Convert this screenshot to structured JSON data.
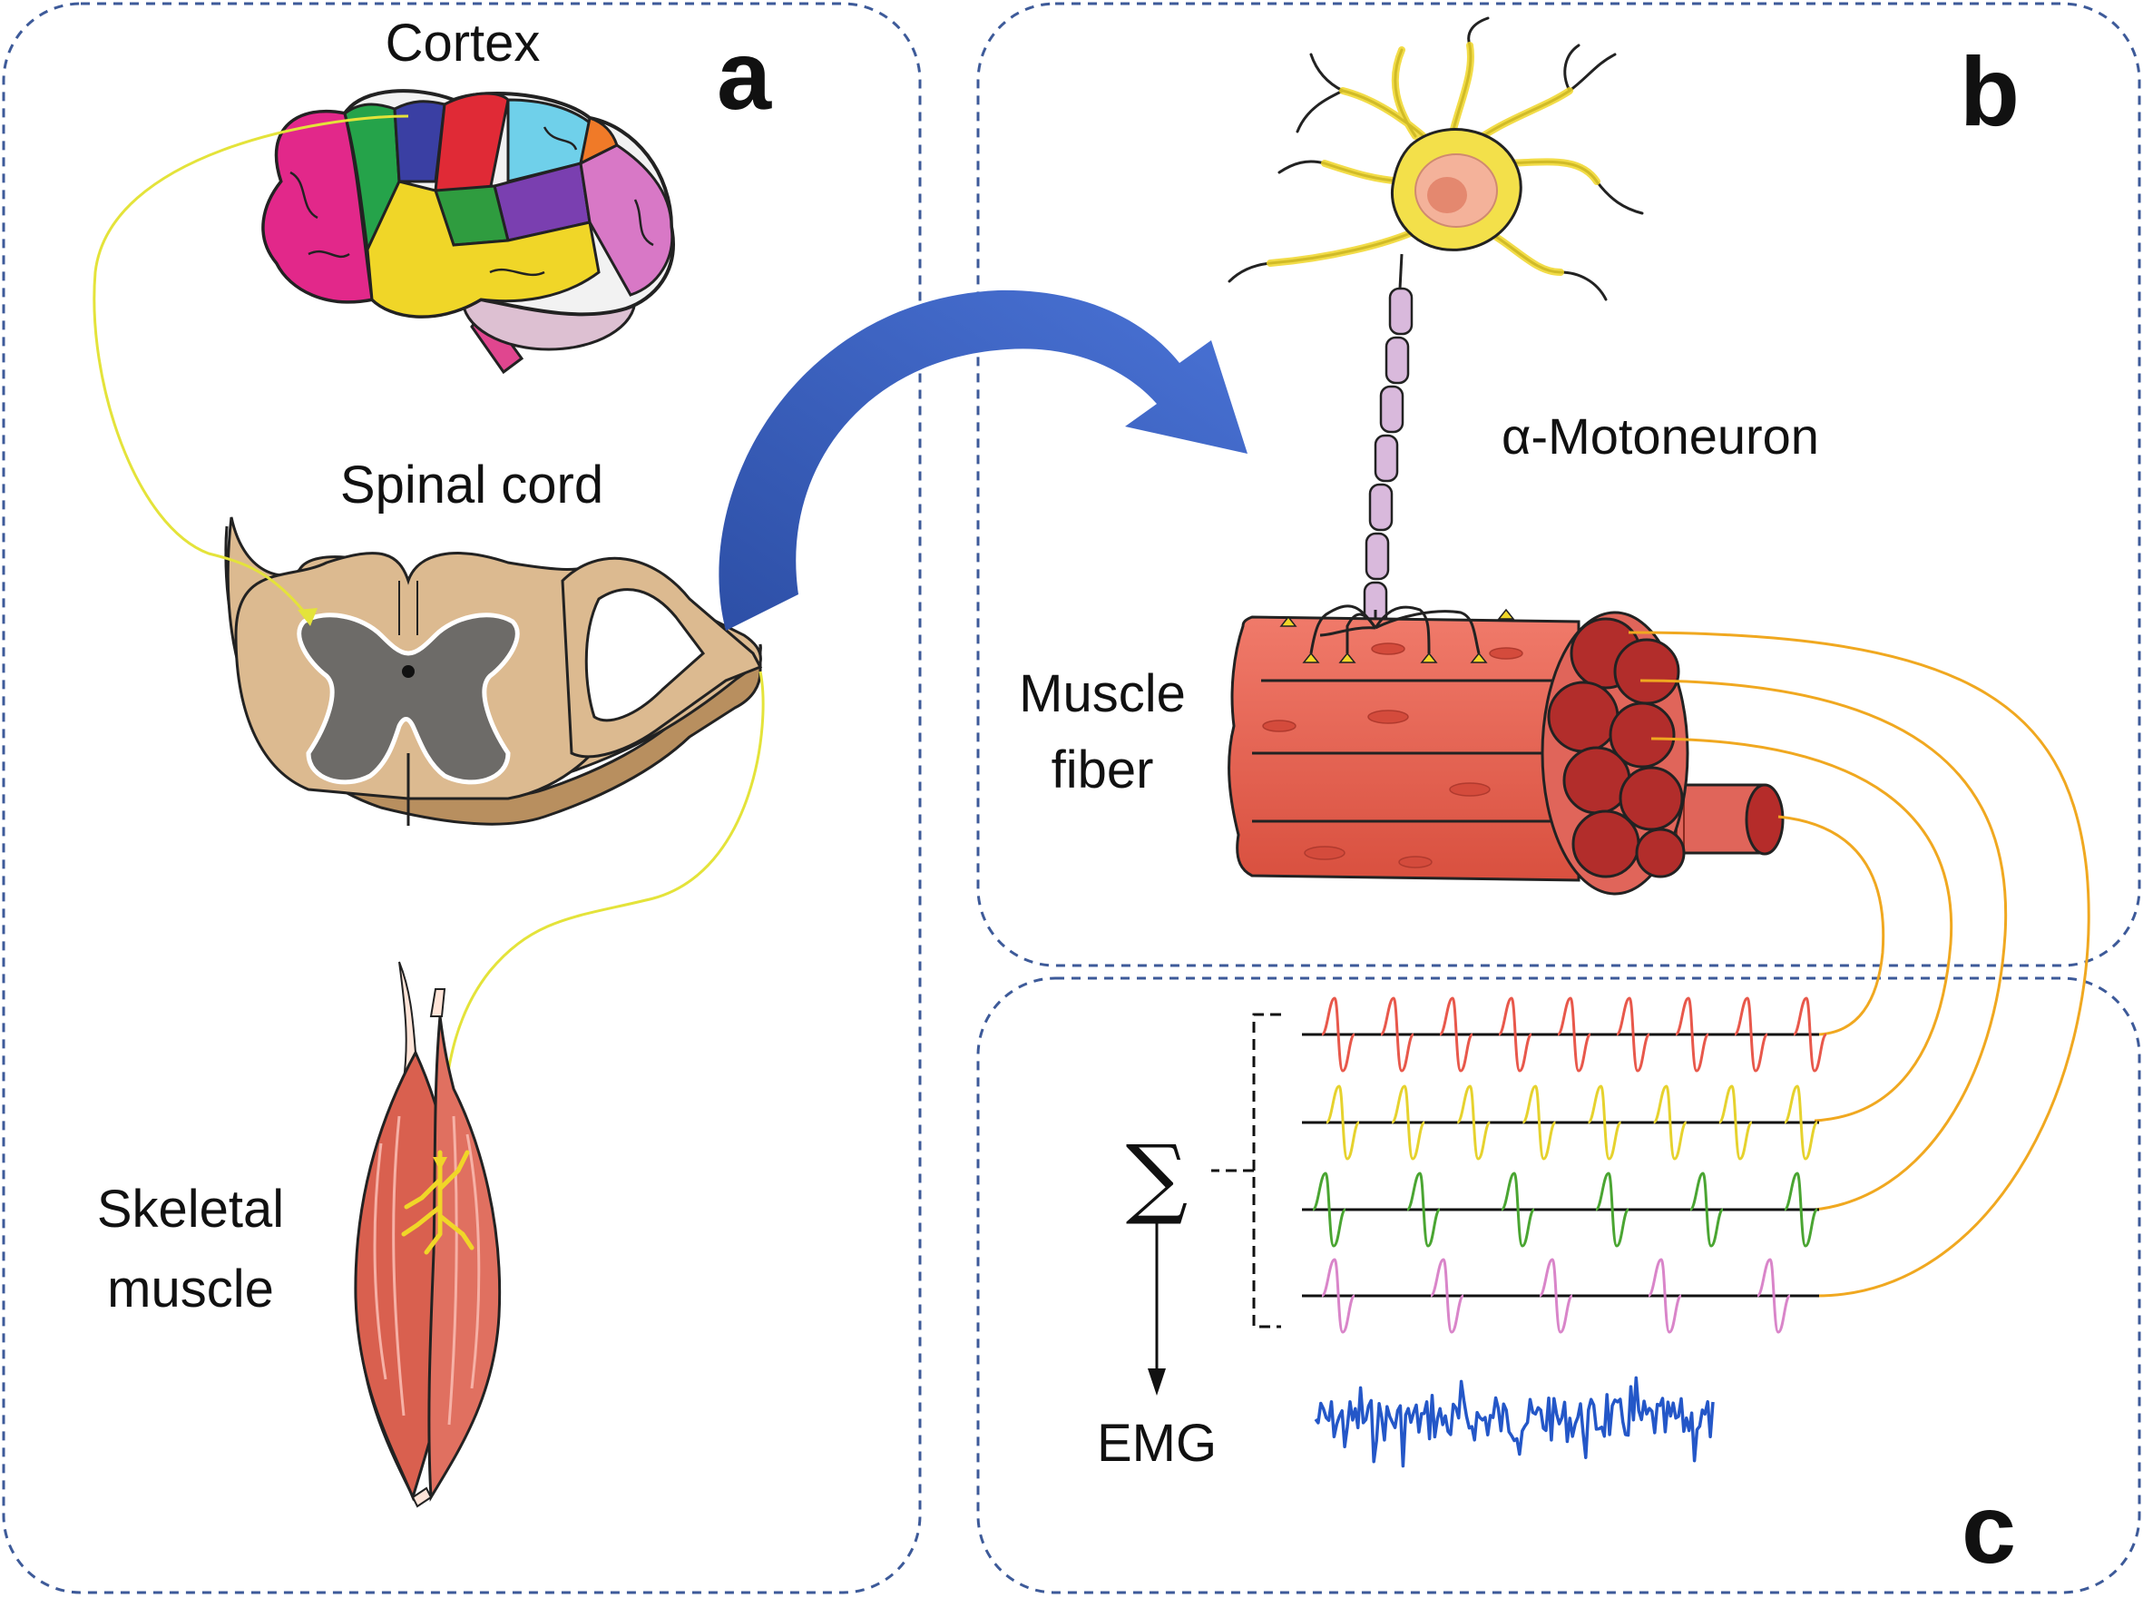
{
  "panels": {
    "a": {
      "letter": "a",
      "cortex": "Cortex",
      "spinal_cord": "Spinal cord",
      "skeletal_muscle_line1": "Skeletal",
      "skeletal_muscle_line2": "muscle"
    },
    "b": {
      "letter": "b",
      "motoneuron": "α-Motoneuron",
      "muscle_fiber_line1": "Muscle",
      "muscle_fiber_line2": "fiber"
    },
    "c": {
      "letter": "c",
      "sum_symbol": "∑",
      "emg": "EMG"
    }
  },
  "colors": {
    "panel_border": "#3d5a99",
    "arrow": "#3557b0",
    "nerve_path": "#e4e33a",
    "fiber_wires": "#f0a820",
    "mu_trains": [
      "#e8584b",
      "#e6d22e",
      "#4aa532",
      "#d985c9"
    ],
    "emg": "#2457c8",
    "muscle": "#e8695a",
    "neuron_body": "#f3e04a",
    "axon": "#d9b9dc"
  },
  "motor_unit_trains": [
    {
      "color": "#e8584b",
      "spikes": 9
    },
    {
      "color": "#e6d22e",
      "spikes": 8
    },
    {
      "color": "#4aa532",
      "spikes": 6
    },
    {
      "color": "#d985c9",
      "spikes": 5
    }
  ]
}
